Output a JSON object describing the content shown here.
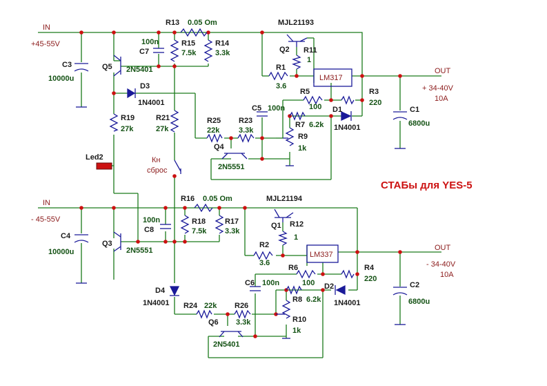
{
  "title": "СТАБы для YES-5",
  "top": {
    "in_label": "IN",
    "in_voltage": "+45-55V",
    "out_label": "OUT",
    "out_voltage": "+ 34-40V",
    "out_current": "10A",
    "C3": "C3",
    "C3_val": "10000u",
    "C7": "C7",
    "C7_val": "100n",
    "R13": "R13",
    "R13_val": "0.05 Om",
    "R15": "R15",
    "R15_val": "7.5k",
    "R14": "R14",
    "R14_val": "3.3k",
    "Q2": "Q2",
    "Q2_type": "MJL21193",
    "R11": "R11",
    "R11_val": "1",
    "R1": "R1",
    "R1_val": "3.6",
    "IC": "LM317",
    "R5": "R5",
    "R5_val": "100",
    "R3": "R3",
    "R3_val": "220",
    "D1": "D1",
    "D1_type": "1N4001",
    "C1": "C1",
    "C1_val": "6800u",
    "Q5": "Q5",
    "Q5_type": "2N5401",
    "D3": "D3",
    "D3_type": "1N4001",
    "R19": "R19",
    "R19_val": "27k",
    "R21": "R21",
    "R21_val": "27k",
    "R25": "R25",
    "R25_val": "22k",
    "R23": "R23",
    "R23_val": "3.3k",
    "C5": "C5",
    "C5_val": "100n",
    "R7": "R7",
    "R7_val": "6.2k",
    "R9": "R9",
    "R9_val": "1k",
    "Q4": "Q4",
    "Q4_type": "2N5551",
    "Led": "Led2",
    "button_label1": "Кн",
    "button_label2": "сброс"
  },
  "bottom": {
    "in_label": "IN",
    "in_voltage": "- 45-55V",
    "out_label": "OUT",
    "out_voltage": "- 34-40V",
    "out_current": "10A",
    "C4": "C4",
    "C4_val": "10000u",
    "C8": "C8",
    "C8_val": "100n",
    "R16": "R16",
    "R16_val": "0.05 Om",
    "R18": "R18",
    "R18_val": "7.5k",
    "R17": "R17",
    "R17_val": "3.3k",
    "Q1": "Q1",
    "Q1_type": "MJL21194",
    "R12": "R12",
    "R12_val": "1",
    "R2": "R2",
    "R2_val": "3.6",
    "IC": "LM337",
    "R6": "R6",
    "R6_val": "100",
    "R4": "R4",
    "R4_val": "220",
    "D2": "D2",
    "D2_type": "1N4001",
    "C2": "C2",
    "C2_val": "6800u",
    "Q3": "Q3",
    "Q3_type": "2N5551",
    "D4": "D4",
    "D4_type": "1N4001",
    "R24": "R24",
    "R24_val": "22k",
    "R26": "R26",
    "R26_val": "3.3k",
    "C6": "C6",
    "C6_val": "100n",
    "R8": "R8",
    "R8_val": "6.2k",
    "R10": "R10",
    "R10_val": "1k",
    "Q6": "Q6",
    "Q6_type": "2N5401"
  }
}
